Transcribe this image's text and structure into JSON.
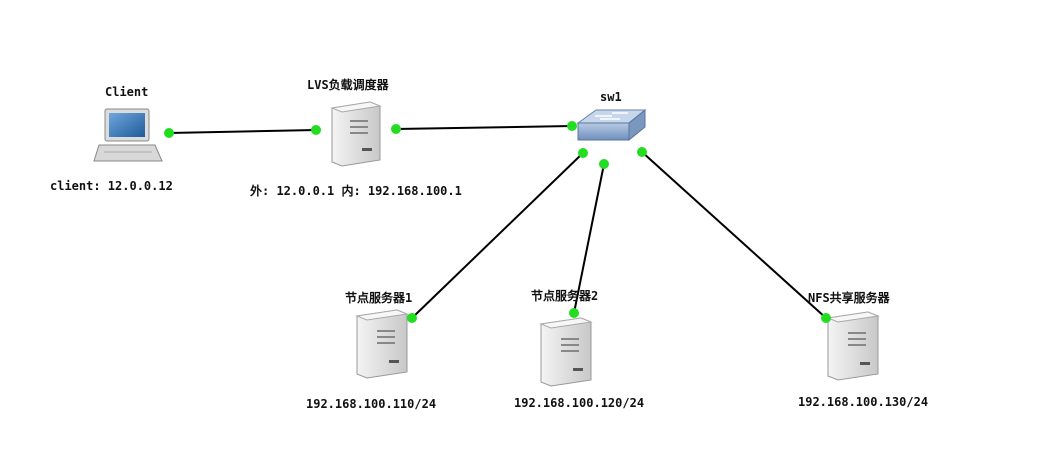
{
  "nodes": {
    "client": {
      "title": "Client",
      "address": "client: 12.0.0.12"
    },
    "lvs": {
      "title": "LVS负载调度器",
      "address": "外: 12.0.0.1 内: 192.168.100.1"
    },
    "switch": {
      "title": "sw1"
    },
    "node1": {
      "title": "节点服务器1",
      "address": "192.168.100.110/24"
    },
    "node2": {
      "title": "节点服务器2",
      "address": "192.168.100.120/24"
    },
    "nfs": {
      "title": "NFS共享服务器",
      "address": "192.168.100.130/24"
    }
  },
  "colors": {
    "link": "#000000",
    "port": "#22dd22",
    "switch_body": "#8aa4c8",
    "server_body": "#e6e6e6",
    "screen": "#3a78b8"
  },
  "icons": {
    "client": "laptop-icon",
    "lvs": "server-icon",
    "switch": "switch-icon",
    "node1": "server-icon",
    "node2": "server-icon",
    "nfs": "server-icon"
  }
}
